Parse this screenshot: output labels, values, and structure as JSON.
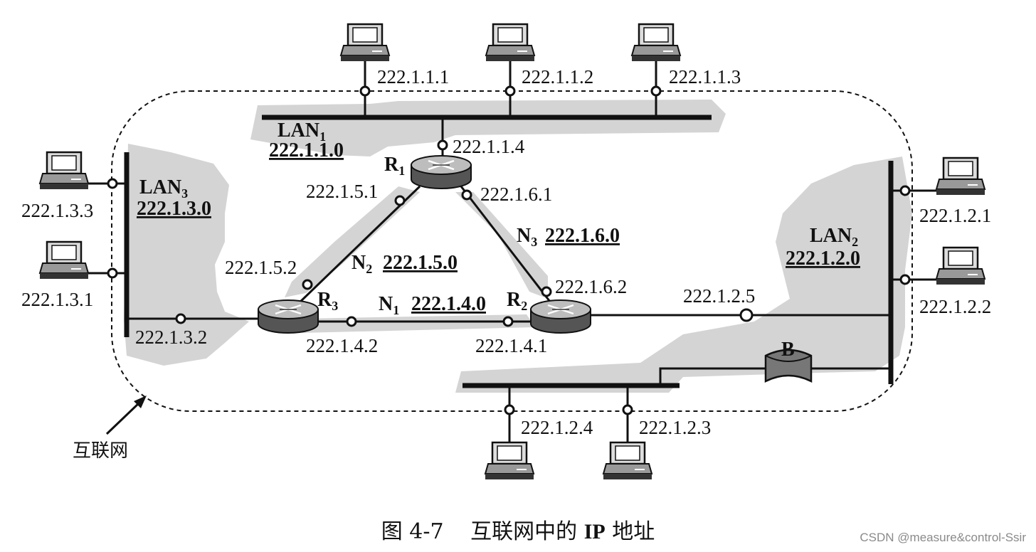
{
  "internet_label": "互联网",
  "caption": {
    "figure_number": "图 4-7",
    "title_prefix": "互联网中的",
    "title_ip": "IP",
    "title_suffix": "地址"
  },
  "watermark": "CSDN @measure&control-Ssir",
  "networks": {
    "lan1": {
      "name": "LAN",
      "sub": "1",
      "address": "222.1.1.0"
    },
    "lan2": {
      "name": "LAN",
      "sub": "2",
      "address": "222.1.2.0"
    },
    "lan3": {
      "name": "LAN",
      "sub": "3",
      "address": "222.1.3.0"
    },
    "n1": {
      "name": "N",
      "sub": "1",
      "address": "222.1.4.0"
    },
    "n2": {
      "name": "N",
      "sub": "2",
      "address": "222.1.5.0"
    },
    "n3": {
      "name": "N",
      "sub": "3",
      "address": "222.1.6.0"
    }
  },
  "routers": {
    "r1": {
      "name": "R",
      "sub": "1"
    },
    "r2": {
      "name": "R",
      "sub": "2"
    },
    "r3": {
      "name": "R",
      "sub": "3"
    }
  },
  "bridge": {
    "name": "B"
  },
  "addresses": {
    "h111": "222.1.1.1",
    "h112": "222.1.1.2",
    "h113": "222.1.1.3",
    "r1_lan1": "222.1.1.4",
    "r1_n2": "222.1.5.1",
    "r1_n3": "222.1.6.1",
    "r3_n2": "222.1.5.2",
    "r2_n3": "222.1.6.2",
    "r3_lan3": "222.1.3.2",
    "r3_n1": "222.1.4.2",
    "r2_n1": "222.1.4.1",
    "r2_lan2": "222.1.2.5",
    "h133": "222.1.3.3",
    "h131": "222.1.3.1",
    "h121": "222.1.2.1",
    "h122": "222.1.2.2",
    "h124": "222.1.2.4",
    "h123": "222.1.2.3"
  }
}
